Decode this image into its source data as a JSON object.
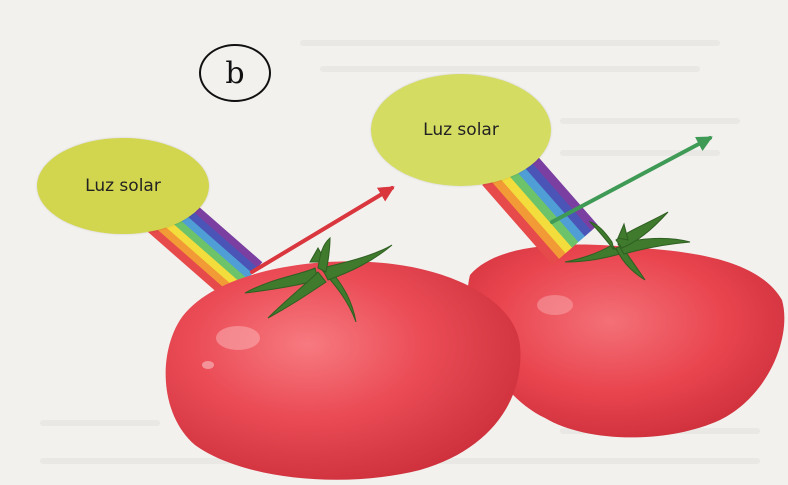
{
  "panel_letter": "b",
  "left_sun": {
    "label": "Luz solar",
    "color": "#d2d64e"
  },
  "right_sun": {
    "label": "Luz solar",
    "color": "#d4dc62"
  },
  "reflected_arrows": [
    {
      "name": "red-reflected-arrow",
      "color": "#d9363e"
    },
    {
      "name": "green-reflected-arrow",
      "color": "#3e9a55"
    }
  ],
  "spectrum_colors": [
    "#7a3fa0",
    "#4b55b8",
    "#4f9fd6",
    "#6cc36a",
    "#f2dd3d",
    "#f29a35",
    "#e64a4a"
  ],
  "tomato_color": "#e9454f"
}
